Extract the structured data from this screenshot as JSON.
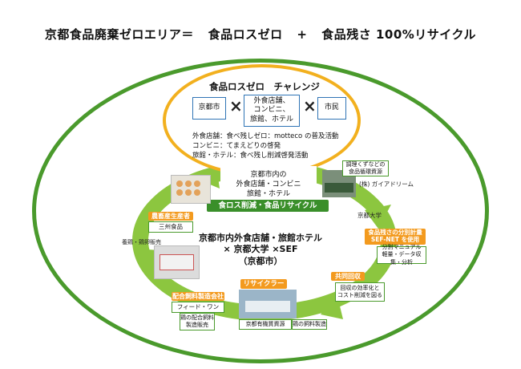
{
  "header": {
    "left": "京都食品廃棄ゼロエリア＝",
    "middle": "食品ロスゼロ",
    "plus": "+",
    "right": "食品残さ 100%リサイクル"
  },
  "challenge": {
    "title": "食品ロスゼロ　チャレンジ",
    "actors": [
      "京都市",
      "外食店舗、\nコンビニ、\n旅館、ホテル",
      "市民"
    ],
    "times_symbol": "×",
    "activities": [
      "外食店舗：食べ残しゼロ：motteco の普及活動",
      "コンビニ：てまえどりの啓発",
      "旅館・ホテル：食べ残し削減啓発活動"
    ]
  },
  "cycle": {
    "top_text": "京都市内の\n外食店舗・コンビニ\n旅館・ホテル",
    "banner": "食ロス削減・食品リサイクル",
    "center_text": "京都市内外食店舗・旅館ホテル\n× 京都大学 ×SEF\n（京都市）"
  },
  "nodes": {
    "livestock_tag": "農畜産生産者",
    "livestock_name": "三州食品",
    "livestock_note": "養鶏・鶏卵販売",
    "feed_tag": "配合飼料製造会社",
    "feed_name": "フィード・ワン",
    "feed_note": "鶏の配合飼料\n製造販売",
    "recycler_tag": "リサイクラー",
    "recycler_name": "京都有機質資源",
    "recycler_note": "鶏の飼料製造",
    "collection_tag": "共同回収",
    "collection_note": "回収の効率化と\nコスト削減を図る",
    "kyodai_label": "京都大学",
    "sef_tag": "食品残さの分別計量\nSEF-NET を使用",
    "sef_note": "分別マニュアル\n軽量・データ収集・分析",
    "gaia_note": "調理くずなどの\n食品循環資源",
    "gaia_name": "(株) ガイアドリーム"
  },
  "colors": {
    "green": "#4a9a2c",
    "light_green": "#8cc63f",
    "orange": "#f39a1e",
    "blue": "#2f74b5",
    "yellow": "#f2b01e"
  }
}
